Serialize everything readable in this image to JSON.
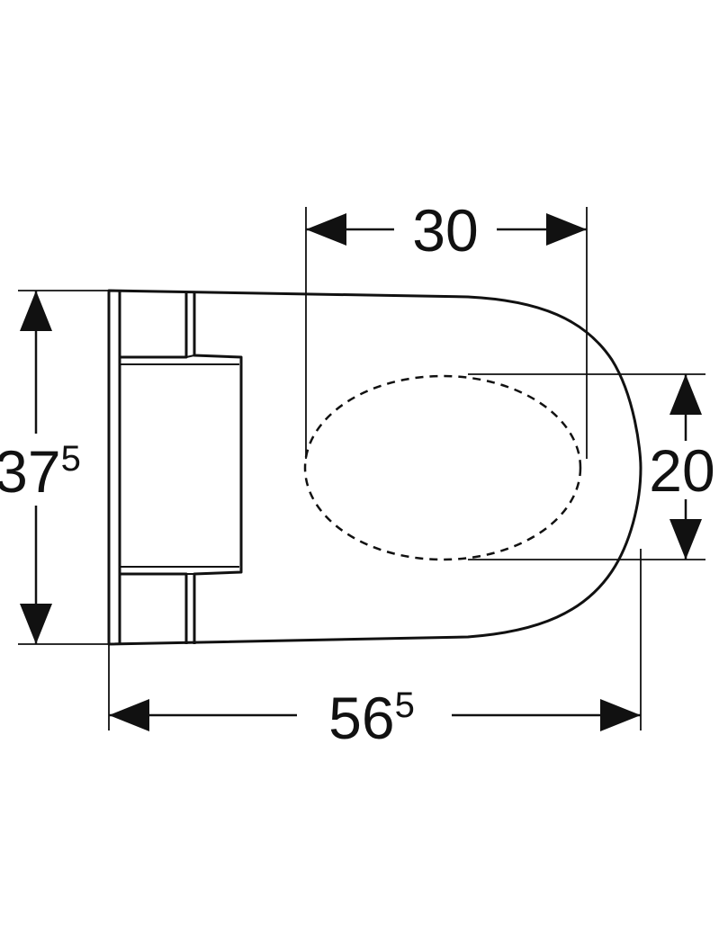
{
  "dimensions": {
    "bowl_width": "30",
    "opening_height": "20",
    "total_height": {
      "main": "37",
      "sup": "5"
    },
    "total_length": {
      "main": "56",
      "sup": "5"
    }
  },
  "colors": {
    "line": "#111111",
    "background": "#ffffff"
  }
}
